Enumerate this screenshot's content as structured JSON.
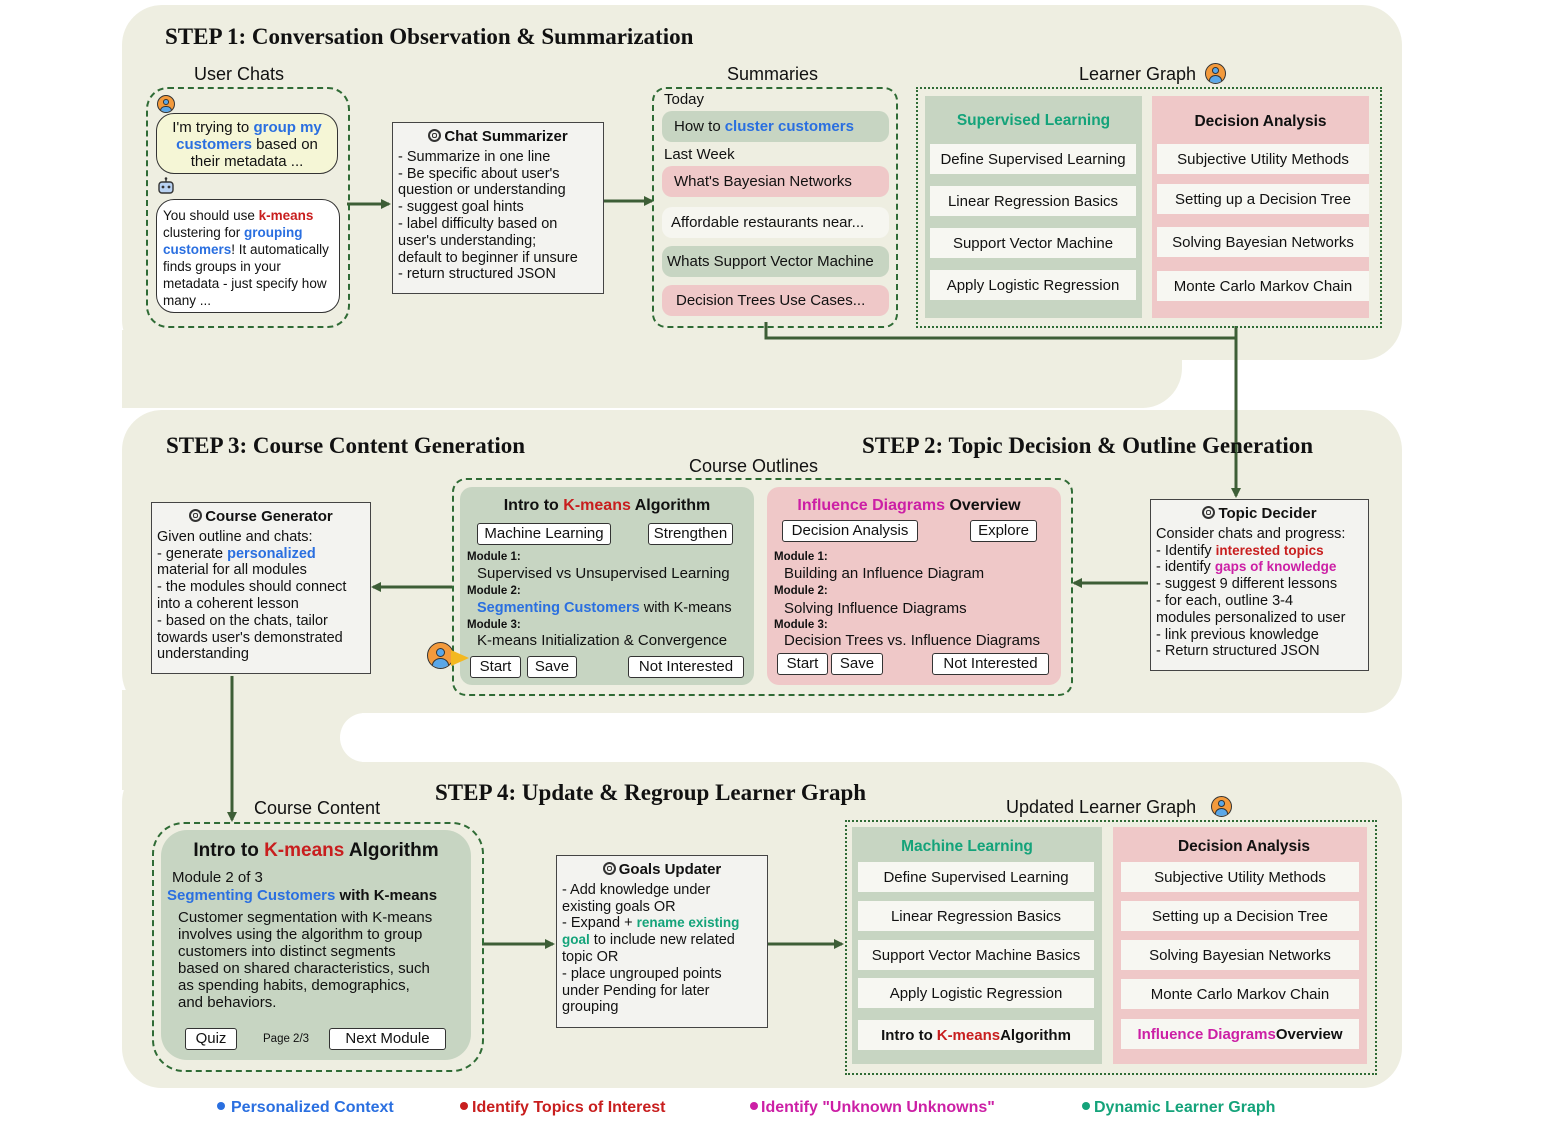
{
  "step1": {
    "title": "STEP 1: Conversation Observation & Summarization",
    "user_chats_label": "User Chats",
    "user_msg": {
      "a": "I'm trying to ",
      "b": "group my",
      "c": "customers",
      "d": " based on",
      "e": "their metadata ..."
    },
    "bot_msg": {
      "l1a": "You should use ",
      "l1b": "k-means",
      "l2a": "clustering for ",
      "l2b": "grouping",
      "l3a": "customers",
      "l3b": "! It automatically",
      "l4": "finds groups in your",
      "l5": "metadata - just specify how",
      "l6": "many ..."
    },
    "summarizer": {
      "title": "Chat Summarizer",
      "lines": [
        "- Summarize in one line",
        "- Be specific about user's",
        "question or understanding",
        "- suggest goal hints",
        "- label difficulty based on",
        "user's understanding;",
        "default to beginner if unsure",
        "- return structured JSON"
      ]
    },
    "summaries_label": "Summaries",
    "today": "Today",
    "s1a": "How to ",
    "s1b": "cluster customers",
    "last_week": "Last Week",
    "s2": "What's Bayesian Networks",
    "s3": "Affordable restaurants near...",
    "s4": "Whats Support Vector Machine",
    "s5": "Decision Trees Use Cases...",
    "learner_graph_label": "Learner Graph",
    "lg_left": {
      "head": "Supervised Learning",
      "items": [
        "Define Supervised Learning",
        "Linear Regression Basics",
        "Support Vector Machine",
        "Apply Logistic Regression"
      ]
    },
    "lg_right": {
      "head": "Decision Analysis",
      "items": [
        "Subjective Utility Methods",
        "Setting up a Decision Tree",
        "Solving Bayesian Networks",
        "Monte Carlo Markov Chain"
      ]
    }
  },
  "step3": {
    "title": "STEP 3: Course Content Generation",
    "generator": {
      "title": "Course Generator",
      "l1": "Given outline and chats:",
      "l2a": "- generate ",
      "l2b": "personalized",
      "l3": "material for all modules",
      "l4": "- the modules should connect",
      "l5": "into a coherent lesson",
      "l6": "- based on the chats, tailor",
      "l7": "towards user's demonstrated",
      "l8": "understanding"
    }
  },
  "step2": {
    "title": "STEP 2: Topic Decision & Outline Generation",
    "course_outlines_label": "Course Outlines",
    "outline1": {
      "t1": "Intro to ",
      "t2": "K-means",
      "t3": " Algorithm",
      "tag1": "Machine Learning",
      "tag2": "Strengthen",
      "m1": "Module 1:",
      "m1t": "Supervised vs Unsupervised Learning",
      "m2": "Module 2:",
      "m2a": "Segmenting Customers",
      "m2b": " with K-means",
      "m3": "Module 3:",
      "m3t": "K-means Initialization & Convergence",
      "b1": "Start",
      "b2": "Save",
      "b3": "Not Interested"
    },
    "outline2": {
      "t1": "Influence Diagrams",
      "t2": " Overview",
      "tag1": "Decision Analysis",
      "tag2": "Explore",
      "m1": "Module 1:",
      "m1t": "Building an Influence Diagram",
      "m2": "Module 2:",
      "m2t": "Solving Influence Diagrams",
      "m3": "Module 3:",
      "m3t": "Decision Trees vs. Influence Diagrams",
      "b1": "Start",
      "b2": "Save",
      "b3": "Not Interested"
    },
    "decider": {
      "title": "Topic Decider",
      "l1": "Consider chats and progress:",
      "l2a": "- Identify ",
      "l2b": "interested topics",
      "l3a": "- identify ",
      "l3b": "gaps of knowledge",
      "l4": "- suggest 9 different lessons",
      "l5": "- for each, outline 3-4",
      "l6": "modules personalized to user",
      "l7": "- link previous knowledge",
      "l8": "- Return structured JSON"
    }
  },
  "step4": {
    "title": "STEP 4: Update & Regroup Learner Graph",
    "course_content_label": "Course Content",
    "content": {
      "t1": "Intro to ",
      "t2": "K-means",
      "t3": " Algorithm",
      "module": "Module 2 of 3",
      "sub1": "Segmenting Customers",
      "sub2": " with K-means",
      "body": [
        "Customer segmentation with K-means",
        "involves using the algorithm to group",
        "customers into distinct segments",
        "based on shared characteristics, such",
        "as spending habits, demographics,",
        "and behaviors."
      ],
      "quiz": "Quiz",
      "page": "Page 2/3",
      "next": "Next Module"
    },
    "updater": {
      "title": "Goals Updater",
      "l1": "- Add knowledge under",
      "l2": "existing goals OR",
      "l3a": "- Expand + ",
      "l3b": "rename existing",
      "l4a": "goal",
      "l4b": " to include new related",
      "l5": "topic OR",
      "l6": "- place ungrouped points",
      "l7": "under Pending for later",
      "l8": "grouping"
    },
    "updated_label": "Updated Learner Graph",
    "ug_left": {
      "head": "Machine Learning",
      "items": [
        "Define Supervised Learning",
        "Linear Regression Basics",
        "Support Vector Machine Basics",
        "Apply Logistic Regression"
      ],
      "last1": "Intro to ",
      "last2": "K-means",
      "last3": " Algorithm"
    },
    "ug_right": {
      "head": "Decision Analysis",
      "items": [
        "Subjective Utility Methods",
        "Setting up a Decision Tree",
        "Solving Bayesian Networks",
        "Monte Carlo Markov Chain"
      ],
      "last1": "Influence Diagrams",
      "last2": " Overview"
    }
  },
  "legend": {
    "a": "Personalized Context",
    "b": "Identify Topics of Interest",
    "c": "Identify \"Unknown Unknowns\"",
    "d": "Dynamic Learner Graph"
  },
  "colors": {
    "blue": "#2a6fe0",
    "red": "#c81e1e",
    "magenta": "#cc1fa5",
    "teal": "#14a37a",
    "green_card": "#c7d5c2",
    "pink_card": "#efc8c8",
    "arrow": "#3d5e36"
  },
  "icons": [
    "user-avatar-icon",
    "robot-icon",
    "openai-logo-icon"
  ]
}
